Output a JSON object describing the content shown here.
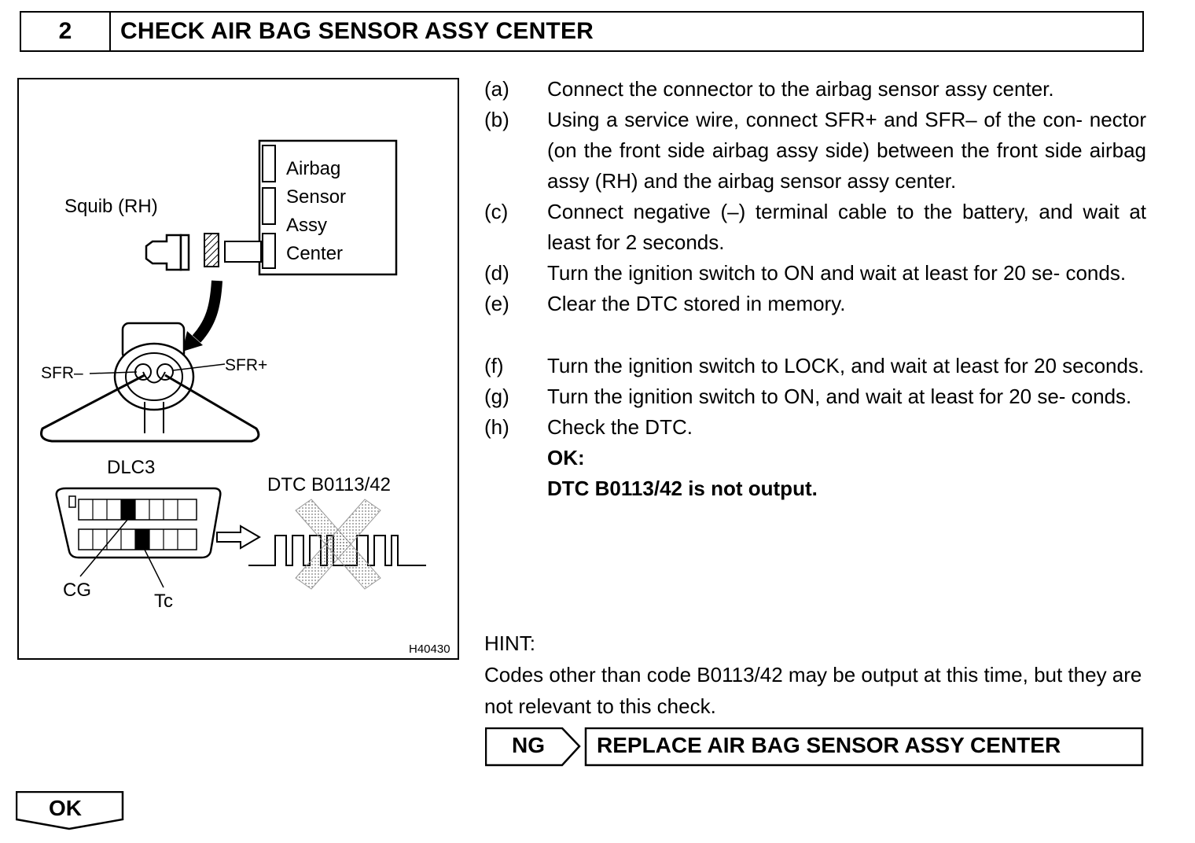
{
  "header": {
    "step_number": "2",
    "title": "CHECK AIR BAG SENSOR ASSY CENTER"
  },
  "figure": {
    "airbag_sensor_label": [
      "Airbag",
      "Sensor",
      "Assy",
      "Center"
    ],
    "squib_label": "Squib (RH)",
    "sfr_minus": "SFR–",
    "sfr_plus": "SFR+",
    "dlc3_label": "DLC3",
    "dtc_label": "DTC B0113/42",
    "cg_label": "CG",
    "tc_label": "Tc",
    "figure_id": "H40430"
  },
  "steps": [
    {
      "letter": "(a)",
      "text": "Connect the connector to the airbag sensor assy center."
    },
    {
      "letter": "(b)",
      "text": "Using a service wire, connect SFR+ and SFR– of the con- nector (on the front side airbag assy side) between the front side airbag assy (RH) and the airbag sensor assy center."
    },
    {
      "letter": "(c)",
      "text": "Connect negative (–) terminal cable to the battery, and wait at least for 2 seconds."
    },
    {
      "letter": "(d)",
      "text": "Turn the ignition switch to ON and wait at least for 20 se- conds."
    },
    {
      "letter": "(e)",
      "text": "Clear the DTC stored in memory."
    },
    {
      "letter": "(f)",
      "text": "Turn the ignition switch to LOCK, and wait at least for 20 seconds."
    },
    {
      "letter": "(g)",
      "text": "Turn the ignition switch to ON, and wait at least for 20 se- conds."
    },
    {
      "letter": "(h)",
      "text": "Check the DTC."
    }
  ],
  "ok_criteria": {
    "label": "OK:",
    "text": "DTC B0113/42 is not output."
  },
  "hint": {
    "label": "HINT:",
    "text": "Codes other than code B0113/42 may be output at this time, but they are not relevant to this check."
  },
  "ng": {
    "label": "NG",
    "action": "REPLACE AIR BAG SENSOR ASSY CENTER"
  },
  "ok_button": {
    "label": "OK"
  }
}
